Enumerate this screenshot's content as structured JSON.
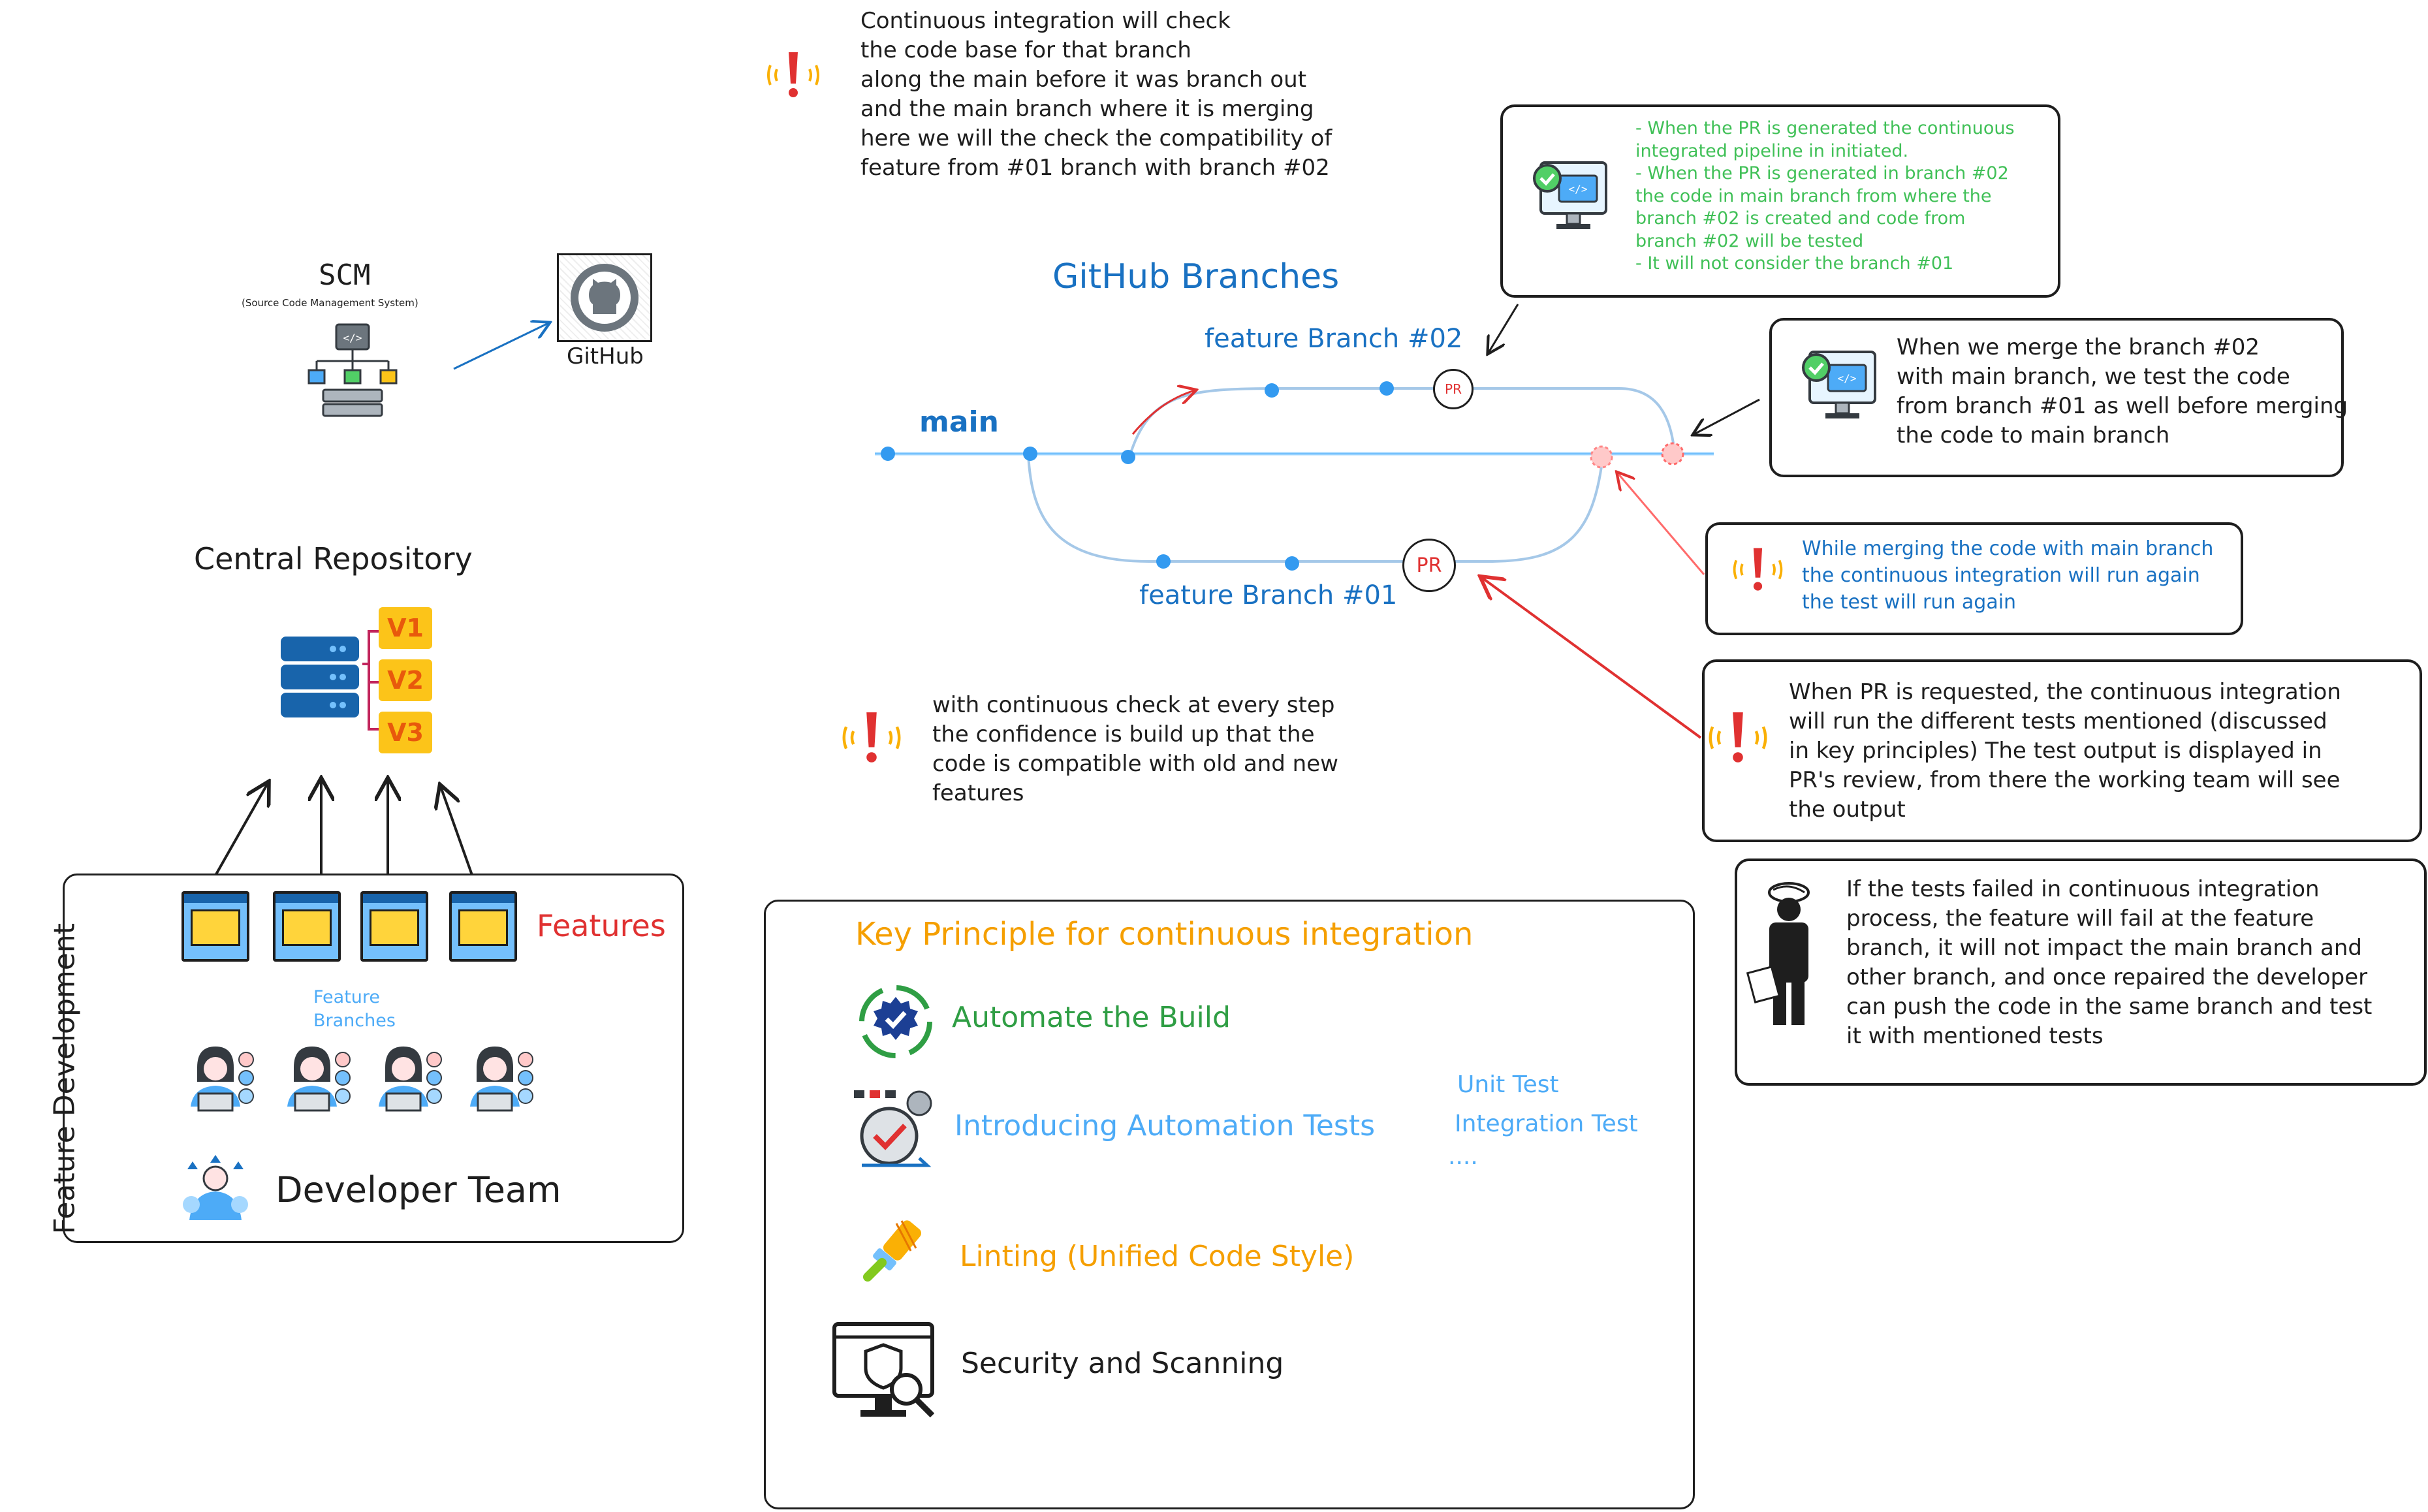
{
  "colors": {
    "ink": "#1e1e1e",
    "blue": "#1971c2",
    "light_blue": "#4dabf7",
    "red": "#e03131",
    "green": "#2f9e44",
    "light_green": "#40c057",
    "orange": "#f59f00"
  },
  "scm": {
    "title": "SCM",
    "subtitle": "(Source Code Management System)",
    "icon": "scm-network-icon"
  },
  "github": {
    "label": "GitHub",
    "icon": "github-logo-icon"
  },
  "top_note": "Continuous integration will check\nthe code base for that branch\nalong the main before it was branch out\nand the main branch where it is merging\nhere we will the check the compatibility of\nfeature from #01 branch with branch #02",
  "branches": {
    "title": "GitHub Branches",
    "main": "main",
    "feature2": "feature Branch #02",
    "feature1": "feature Branch #01",
    "pr_label": "PR"
  },
  "notes": {
    "pr_pipeline": "- When the PR is generated the continuous\nintegrated pipeline in initiated.\n- When the PR is generated in branch #02\nthe code in main branch from where the\nbranch #02 is created and code from\nbranch #02 will be tested\n- It will not consider the branch #01",
    "merge_test": "When we merge the branch #02\nwith main branch, we test the code\nfrom branch #01 as well before merging\nthe code to main branch",
    "merge_again": "While merging the code with main branch\nthe continuous integration will run again\nthe test will run again",
    "pr_requested": "When PR is requested, the continuous integration\nwill run the different tests mentioned (discussed\nin key principles) The test output is displayed in\nPR's review, from there the working team will see\nthe output",
    "tests_failed": "If the tests failed in continuous integration\nprocess, the feature will fail at the feature\nbranch, it will not impact the main branch and\nother branch, and once repaired the developer\ncan push the code in the same branch and test\nit with mentioned tests",
    "confidence": "with continuous check at every step\nthe confidence is build up that the\ncode is compatible with old and new\nfeatures"
  },
  "repository": {
    "title": "Central Repository",
    "versions": [
      "V1",
      "V2",
      "V3"
    ]
  },
  "feature_dev": {
    "side_label": "Feature Development",
    "features_label": "Features",
    "branches_label": "Feature\nBranches",
    "team_label": "Developer Team"
  },
  "key_principles": {
    "title": "Key Principle for continuous integration",
    "items": [
      {
        "label": "Automate the Build",
        "icon": "gear-check-icon",
        "color": "#2f9e44"
      },
      {
        "label": "Introducing Automation Tests",
        "icon": "automation-test-icon",
        "color": "#4dabf7"
      },
      {
        "label": "Linting (Unified Code Style)",
        "icon": "lint-brush-icon",
        "color": "#f59f00"
      },
      {
        "label": "Security and Scanning",
        "icon": "security-scan-icon",
        "color": "#1e1e1e"
      }
    ],
    "test_types": [
      "Unit Test",
      "Integration Test",
      "...."
    ]
  }
}
